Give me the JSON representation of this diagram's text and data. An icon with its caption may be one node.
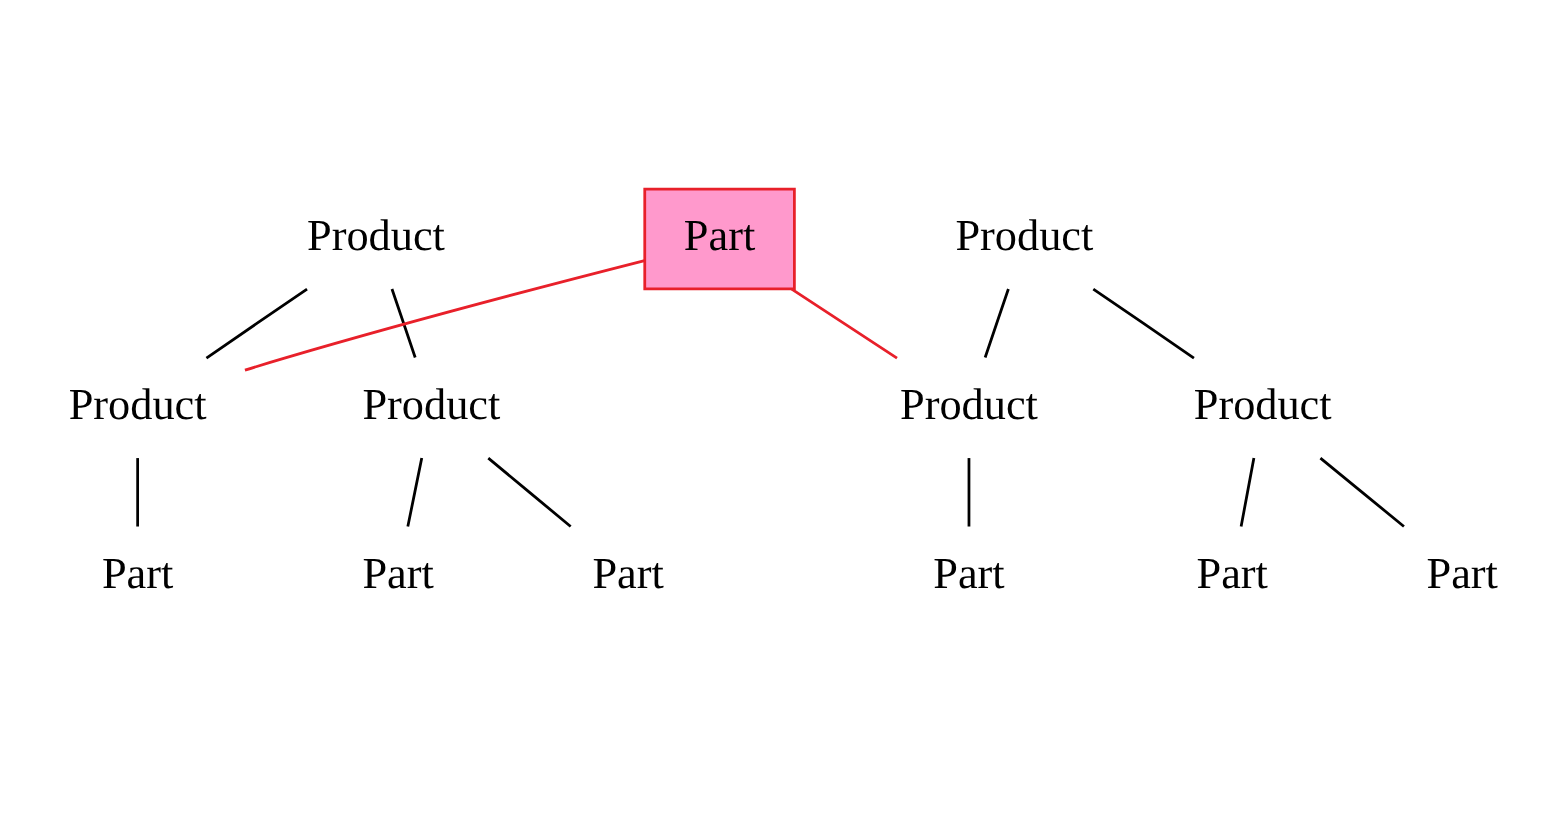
{
  "diagram": {
    "nodes": [
      {
        "text": [
          "Product"
        ]
      },
      {
        "text": [
          "Product"
        ]
      },
      {
        "text": [
          "Product"
        ]
      },
      {
        "text": [
          "Product"
        ]
      },
      {
        "text": [
          "Part"
        ]
      },
      {
        "text": [
          "Part"
        ]
      },
      {
        "text": [
          "Part"
        ]
      },
      {
        "text": [
          "Product"
        ]
      },
      {
        "text": [
          "Product"
        ]
      },
      {
        "text": [
          "Part"
        ]
      },
      {
        "text": [
          "Part"
        ]
      },
      {
        "text": [
          "Part"
        ]
      },
      {
        "text": [
          "Part"
        ]
      }
    ],
    "edges": [
      {
        "from": 0,
        "to": 2,
        "arrow": "none"
      },
      {
        "from": 0,
        "to": 7,
        "arrow": "none"
      },
      {
        "from": 2,
        "to": 4,
        "arrow": "none"
      },
      {
        "from": 7,
        "to": 9,
        "arrow": "none"
      },
      {
        "from": 7,
        "to": 11,
        "arrow": "none"
      },
      {
        "from": 1,
        "to": 3,
        "arrow": "none"
      },
      {
        "from": 1,
        "to": 8,
        "arrow": "none"
      },
      {
        "from": 3,
        "to": 5,
        "arrow": "none"
      },
      {
        "from": 8,
        "to": 10,
        "arrow": "none"
      },
      {
        "from": 8,
        "to": 12,
        "arrow": "none"
      },
      {
        "from": 6,
        "to": 2,
        "arrow": "none",
        "color": "#e8202a"
      },
      {
        "from": 6,
        "to": 3,
        "arrow": "none",
        "color": "#e8202a"
      }
    ]
  }
}
